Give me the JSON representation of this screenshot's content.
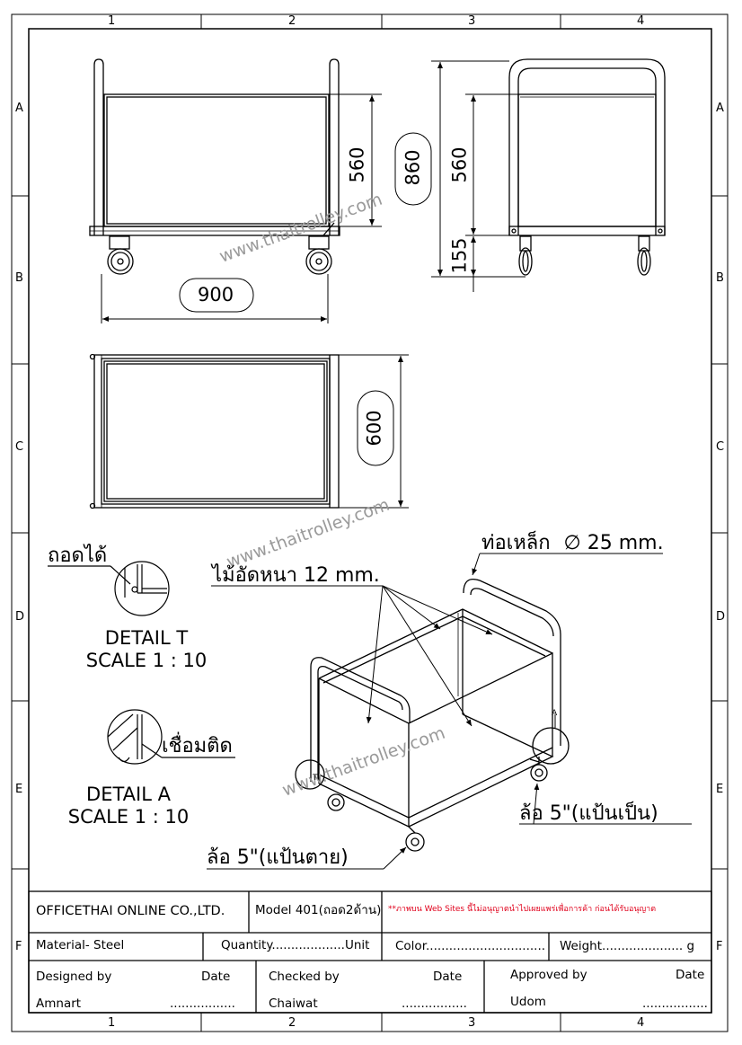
{
  "grid": {
    "columns": [
      "1",
      "2",
      "3",
      "4"
    ],
    "rows": [
      "A",
      "B",
      "C",
      "D",
      "E",
      "F"
    ]
  },
  "dimensions": {
    "side_height": "560",
    "overall_height": "860",
    "end_height": "560",
    "wheel_height": "155",
    "length": "900",
    "width": "600"
  },
  "watermarks": [
    "www.thaitrolley.com",
    "www.thaitrolley.com",
    "www.thaitrolley.com"
  ],
  "notes": {
    "tube": "ท่อเหล็ก",
    "diameter_symbol": "∅",
    "tube_size": "25 mm.",
    "plywood": "ไม้อัดหนา 12 mm.",
    "removable": "ถอดได้",
    "welded": "เชื่อมติด",
    "swivel_wheel": "ล้อ 5\"(แป้นเป็น)",
    "fixed_wheel": "ล้อ 5\"(แป้นตาย)",
    "detail_t_marker": "T",
    "detail_a_marker": "A"
  },
  "details": [
    {
      "title": "DETAIL T",
      "scale": "SCALE 1 : 10"
    },
    {
      "title": "DETAIL A",
      "scale": "SCALE 1 : 10"
    }
  ],
  "title_block": {
    "company": "OFFICETHAI ONLINE CO.,LTD.",
    "model": "Model   401(ถอด2ด้าน)",
    "notice": "**ภาพบน Web Sites นี้ไม่อนุญาตนำไปเผยแพร่เพื่อการค้า ก่อนได้รับอนุญาต",
    "material": "Material-   Steel",
    "quantity": "Quantity...................Unit",
    "color": "Color...............................",
    "weight": "Weight..................... g",
    "designed_label": "Designed by",
    "designed_name": "Amnart",
    "designed_date_label": "Date",
    "designed_date": ".................",
    "checked_label": "Checked by",
    "checked_name": "Chaiwat",
    "checked_date_label": "Date",
    "checked_date": ".................",
    "approved_label": "Approved by",
    "approved_name": "Udom",
    "approved_date_label": "Date",
    "approved_date": "................."
  },
  "colors": {
    "line": "#000000",
    "watermark": "#9a9a9a",
    "notice": "#e0001b"
  }
}
